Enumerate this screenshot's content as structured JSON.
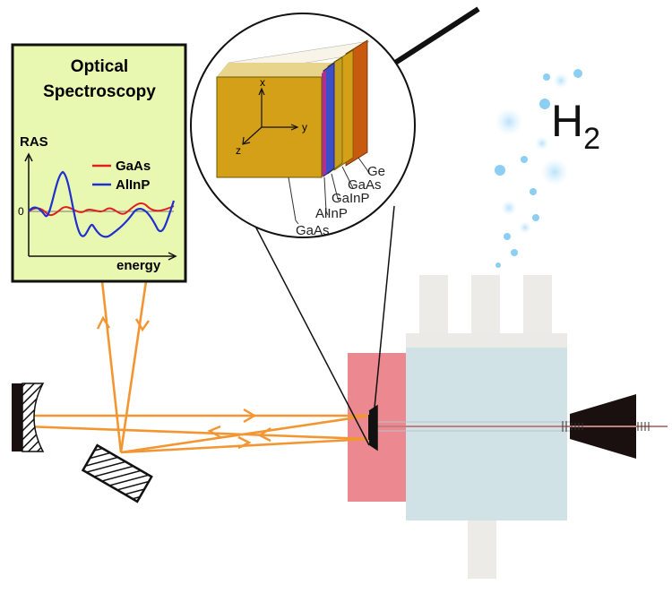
{
  "panel": {
    "title_line1": "Optical",
    "title_line2": "Spectroscopy",
    "ylabel": "RAS",
    "xlabel": "energy",
    "zero_tick": "0",
    "legend": [
      {
        "name": "GaAs",
        "color": "#e02020"
      },
      {
        "name": "AlInP",
        "color": "#2030d0"
      }
    ]
  },
  "sample": {
    "axes": {
      "x": "x",
      "y": "y",
      "z": "z"
    },
    "layers": [
      "GaAs",
      "AlInP",
      "GaInP",
      "GaAs",
      "Ge"
    ],
    "layer_colors": {
      "gaas_top": "#d4a017",
      "alinp": "#3a4fc8",
      "magenta": "#b03090",
      "gainp": "#c8a020",
      "ge": "#c85a10"
    }
  },
  "gas": {
    "label": "H",
    "subscript": "2",
    "bubble_color": "#7ec8f0"
  },
  "colors": {
    "beam": "#f39632",
    "panel_bg": "#e8f8b0",
    "chamber": "#d0e2e6",
    "window": "#ec8890",
    "flange": "#ecebe8"
  }
}
